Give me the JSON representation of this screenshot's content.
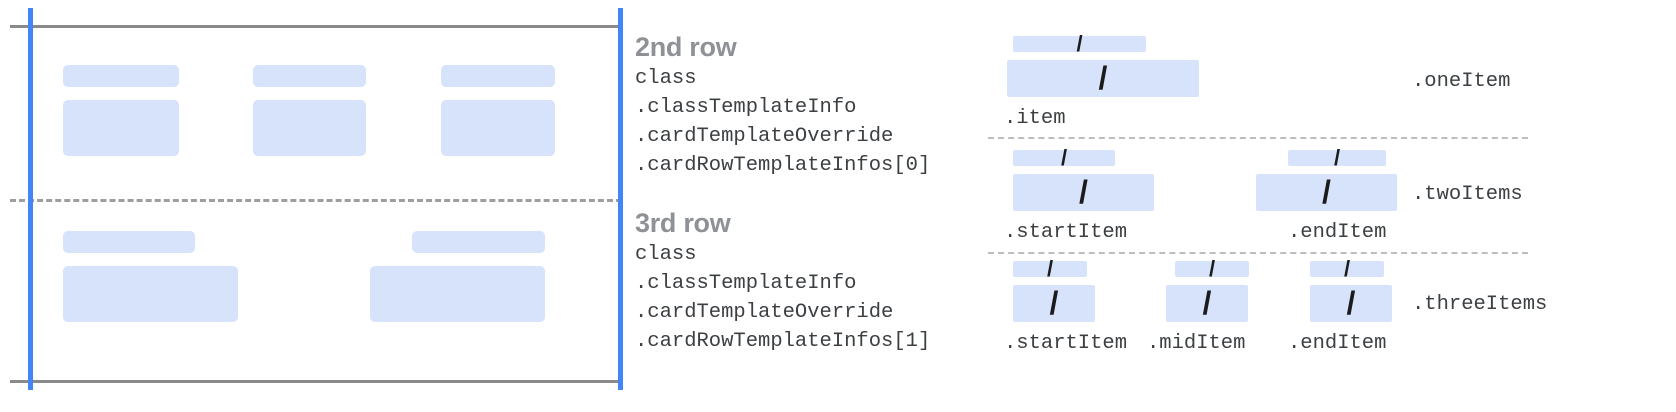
{
  "colors": {
    "placeholder_blue": "#d7e3fa",
    "guide_blue": "#4285f4",
    "rule_gray": "#8a8a8a",
    "dash_gray": "#9e9e9e",
    "dot_gray": "#bdbdbd",
    "title_gray": "#8e9196",
    "code_text": "#3c4043",
    "background": "#ffffff"
  },
  "left_panel": {
    "name": "card-rows-preview",
    "rows": [
      {
        "id": "row-2",
        "cells": 3
      },
      {
        "id": "row-3",
        "cells": 2
      }
    ]
  },
  "rows": [
    {
      "title": "2nd row",
      "code": [
        "class",
        ".classTemplateInfo",
        ".cardTemplateOverride",
        ".cardRowTemplateInfos[0]"
      ]
    },
    {
      "title": "3rd row",
      "code": [
        "class",
        ".classTemplateInfo",
        ".cardTemplateOverride",
        ".cardRowTemplateInfos[1]"
      ]
    }
  ],
  "layouts": [
    {
      "group_label": ".oneItem",
      "items": [
        {
          "label": ".item",
          "glyph": "/"
        }
      ]
    },
    {
      "group_label": ".twoItems",
      "items": [
        {
          "label": ".startItem",
          "glyph": "/"
        },
        {
          "label": ".endItem",
          "glyph": "/"
        }
      ]
    },
    {
      "group_label": ".threeItems",
      "items": [
        {
          "label": ".startItem",
          "glyph": "/"
        },
        {
          "label": ".midItem",
          "glyph": "/"
        },
        {
          "label": ".endItem",
          "glyph": "/"
        }
      ]
    }
  ]
}
